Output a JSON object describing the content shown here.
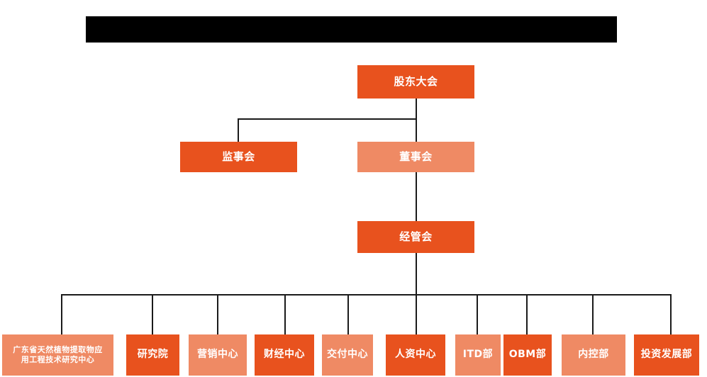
{
  "title_bar": {
    "name": "redacted-title-banner",
    "visible_text": "",
    "note": "solid black redaction rectangle",
    "color": "#000000"
  },
  "palette": {
    "primary_orange": "#E8521E",
    "secondary_orange": "#EF8A64",
    "connector": "#1a1a1a",
    "background": "#FFFFFF",
    "text": "#FFFFFF"
  },
  "chart_data": {
    "type": "diagram",
    "diagram_kind": "organization-chart",
    "levels": 4,
    "nodes": [
      {
        "id": "n1",
        "label": "股东大会",
        "level": 1,
        "tone": "dark"
      },
      {
        "id": "n2",
        "label": "监事会",
        "level": 2,
        "tone": "dark"
      },
      {
        "id": "n3",
        "label": "董事会",
        "level": 2,
        "tone": "light"
      },
      {
        "id": "n4",
        "label": "经管会",
        "level": 3,
        "tone": "dark"
      },
      {
        "id": "n5",
        "label": "广东省天然植物提取物应\n用工程技术研究中心",
        "level": 4,
        "tone": "light"
      },
      {
        "id": "n6",
        "label": "研究院",
        "level": 4,
        "tone": "dark"
      },
      {
        "id": "n7",
        "label": "营销中心",
        "level": 4,
        "tone": "light"
      },
      {
        "id": "n8",
        "label": "财经中心",
        "level": 4,
        "tone": "dark"
      },
      {
        "id": "n9",
        "label": "交付中心",
        "level": 4,
        "tone": "light"
      },
      {
        "id": "n10",
        "label": "人资中心",
        "level": 4,
        "tone": "dark"
      },
      {
        "id": "n11",
        "label": "ITD部",
        "level": 4,
        "tone": "light"
      },
      {
        "id": "n12",
        "label": "OBM部",
        "level": 4,
        "tone": "dark"
      },
      {
        "id": "n13",
        "label": "内控部",
        "level": 4,
        "tone": "light"
      },
      {
        "id": "n14",
        "label": "投资发展部",
        "level": 4,
        "tone": "dark"
      }
    ],
    "edges": [
      {
        "from": "n1",
        "to": "n2"
      },
      {
        "from": "n1",
        "to": "n3"
      },
      {
        "from": "n3",
        "to": "n4"
      },
      {
        "from": "n4",
        "to": "n5"
      },
      {
        "from": "n4",
        "to": "n6"
      },
      {
        "from": "n4",
        "to": "n7"
      },
      {
        "from": "n4",
        "to": "n8"
      },
      {
        "from": "n4",
        "to": "n9"
      },
      {
        "from": "n4",
        "to": "n10"
      },
      {
        "from": "n4",
        "to": "n11"
      },
      {
        "from": "n4",
        "to": "n12"
      },
      {
        "from": "n4",
        "to": "n13"
      },
      {
        "from": "n4",
        "to": "n14"
      }
    ]
  }
}
